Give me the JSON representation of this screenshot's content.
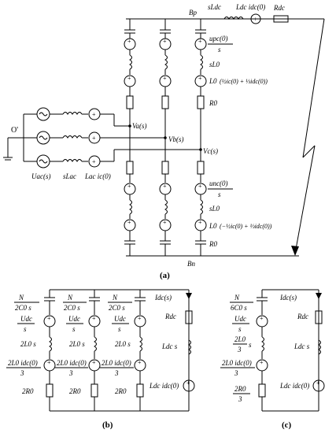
{
  "figure_labels": {
    "a": {
      "bus_top": "Bp",
      "bus_bottom": "Bn",
      "L_dc_series": "sLdc",
      "src_dc": "Ldc idc(0)",
      "R_dc": "Rdc",
      "upc": "upc(0)",
      "unc": "unc(0)",
      "over_s": "s",
      "sL0_top": "sL0",
      "sL0_bot": "sL0",
      "L0_top": "L0",
      "L0_bot": "L0",
      "expr_top": "(½ic(0) + ⅓idc(0))",
      "expr_bot": "(−½ic(0) + ⅓idc(0))",
      "R0_top": "R0",
      "R0_bot": "R0",
      "Va": "Va(s)",
      "Vb": "Vb(s)",
      "Vc": "Vc(s)",
      "O": "O'",
      "Uac": "Uac(s)",
      "sLac": "sLac",
      "Lacic": "Lac ic(0)",
      "caption": "(a)"
    },
    "b": {
      "N": "N",
      "cap_den": "2C0 s",
      "Udc_num": "Udc",
      "Udc_den": "s",
      "ind": "2L0 s",
      "src_num": "2L0 idc(0)",
      "src_den": "3",
      "res": "2R0",
      "Idc": "Idc(s)",
      "Rdc": "Rdc",
      "Ldcs": "Ldc s",
      "Ldcidc": "Ldc idc(0)",
      "caption": "(b)"
    },
    "c": {
      "N": "N",
      "cap_den": "6C0 s",
      "Udc_num": "Udc",
      "Udc_den": "s",
      "ind_num": "2L0",
      "ind_den": "3",
      "ind_s": "s",
      "src_num": "2L0 idc(0)",
      "src_den": "3",
      "res_num": "2R0",
      "res_den": "3",
      "Idc": "Idc(s)",
      "Rdc": "Rdc",
      "Ldcs": "Ldc s",
      "Ldcidc": "Ldc idc(0)",
      "caption": "(c)"
    }
  }
}
